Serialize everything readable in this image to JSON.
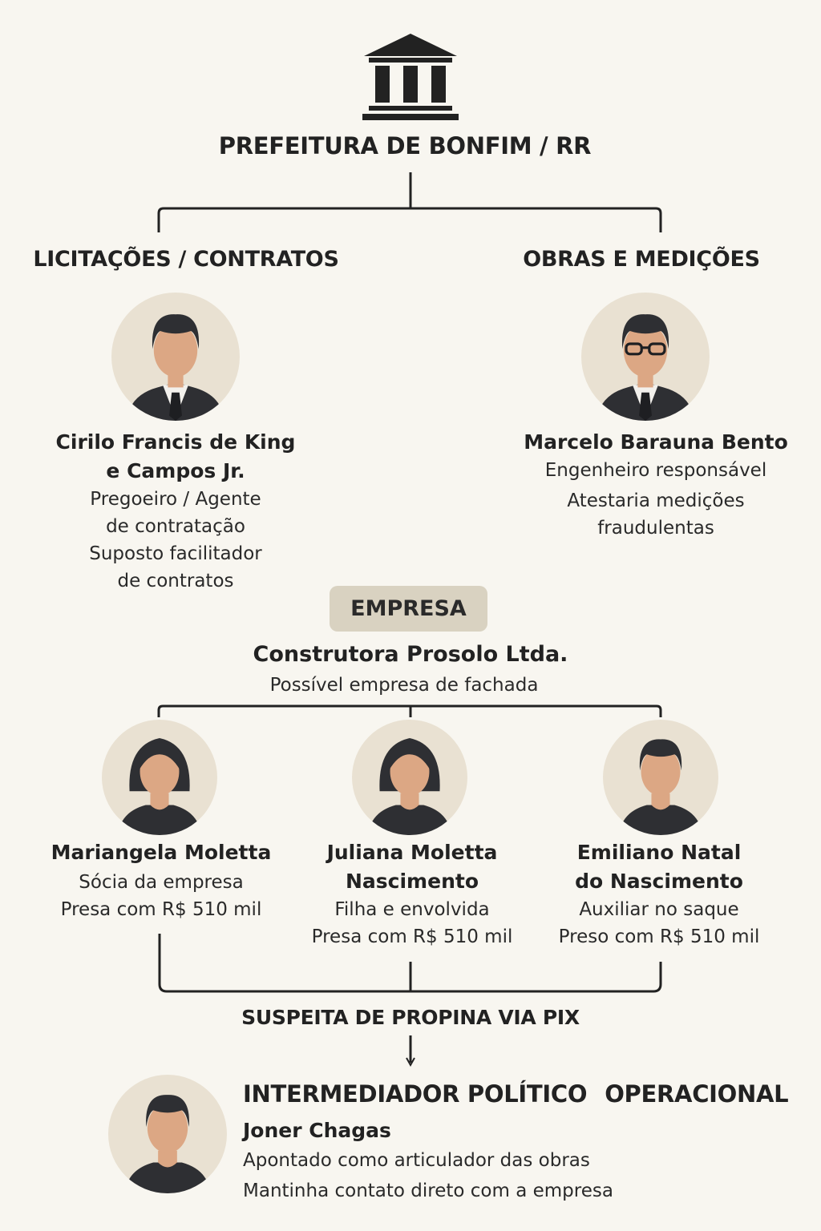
{
  "header": {
    "icon": "government-building-icon",
    "title": "PREFEITURA DE BONFIM / RR"
  },
  "branches": [
    {
      "label": "LICITAÇÕES / CONTRATOS",
      "person": {
        "name_lines": [
          "Cirilo Francis de King",
          "e Campos Jr."
        ],
        "desc_lines": [
          "Pregoeiro / Agente",
          "de contratação",
          "Suposto facilitador",
          "de contratos"
        ]
      }
    },
    {
      "label": "OBRAS E MEDIÇÕES",
      "person": {
        "name_lines": [
          "Marcelo Barauna Bento"
        ],
        "desc_lines": [
          "Engenheiro responsável",
          "Atestaria medições",
          "fraudulentas"
        ]
      }
    }
  ],
  "company": {
    "badge": "EMPRESA",
    "name": "Construtora Prosolo Ltda.",
    "desc": "Possível empresa de fachada",
    "people": [
      {
        "name_lines": [
          "Mariangela Moletta"
        ],
        "desc_lines": [
          "Sócia da empresa",
          "Presa com R$ 510 mil"
        ]
      },
      {
        "name_lines": [
          "Juliana Moletta",
          "Nascimento"
        ],
        "desc_lines": [
          "Filha e envolvida",
          "Presa com R$ 510 mil"
        ]
      },
      {
        "name_lines": [
          "Emiliano Natal",
          "do Nascimento"
        ],
        "desc_lines": [
          "Auxiliar no saque",
          "Preso com R$ 510 mil"
        ]
      }
    ]
  },
  "link_label": "SUSPEITA DE PROPINA VIA PIX",
  "intermediary": {
    "heading": "INTERMEDIADOR POLÍTICO",
    "heading2": "OPERACIONAL",
    "name": "Joner Chagas",
    "desc_lines": [
      "Apontado como articulador das obras",
      "Mantinha contato direto com a empresa"
    ]
  },
  "colors": {
    "background": "#f8f6f0",
    "avatar_bg": "#e9e1d2",
    "skin": "#dca784",
    "dark": "#2e2f33",
    "badge": "#d9d2c1"
  }
}
